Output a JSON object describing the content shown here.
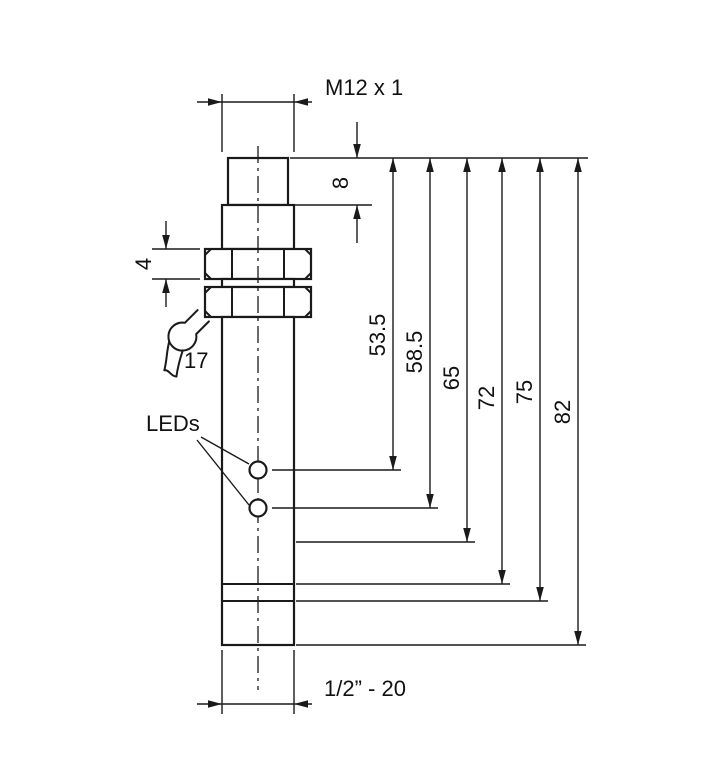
{
  "colors": {
    "line": "#1a1a1a",
    "text": "#111111",
    "background": "#ffffff"
  },
  "labels": {
    "top_thread": "M12 x 1",
    "connector_length": "8",
    "nut_thickness": "4",
    "wrench_size": "17",
    "leds": "LEDs",
    "bottom_thread": "1/2” - 20"
  },
  "right_dimensions": [
    {
      "label": "53.5"
    },
    {
      "label": "58.5"
    },
    {
      "label": "65"
    },
    {
      "label": "72"
    },
    {
      "label": "75"
    },
    {
      "label": "82"
    }
  ],
  "icons": {
    "wrench": "wrench-icon"
  }
}
